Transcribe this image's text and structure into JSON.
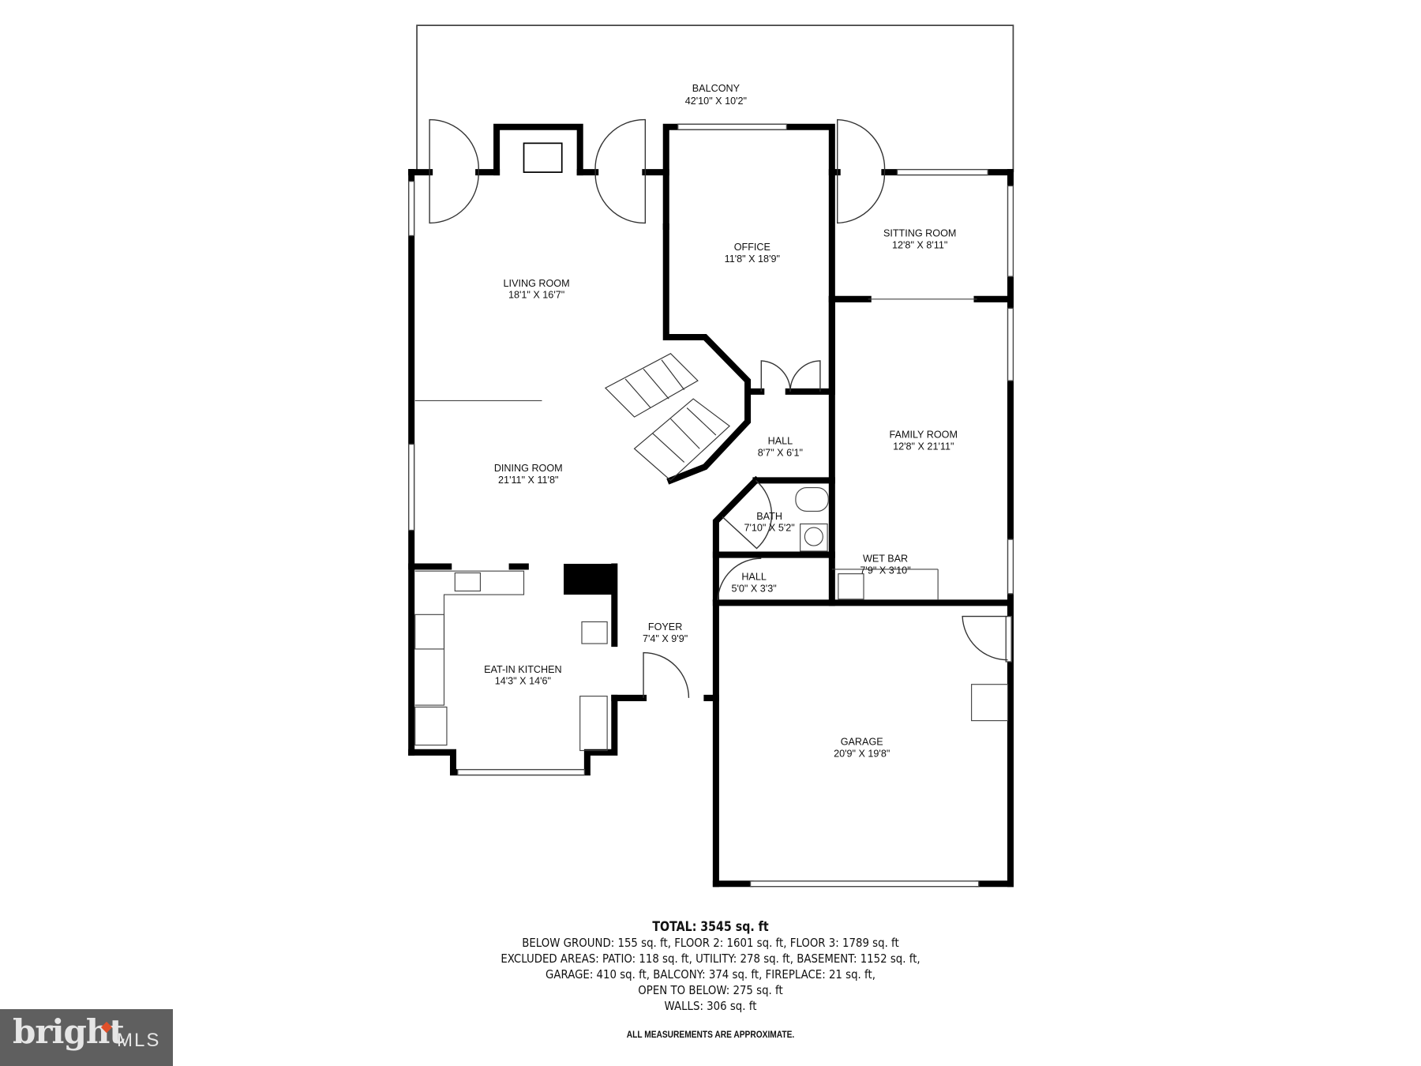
{
  "rooms": [
    {
      "id": "balcony",
      "name": "BALCONY",
      "dims": "42'10\" X 10'2\""
    },
    {
      "id": "living",
      "name": "LIVING ROOM",
      "dims": "18'1\" X 16'7\""
    },
    {
      "id": "office",
      "name": "OFFICE",
      "dims": "11'8\" X 18'9\""
    },
    {
      "id": "sitting",
      "name": "SITTING ROOM",
      "dims": "12'8\" X 8'11\""
    },
    {
      "id": "hall1",
      "name": "HALL",
      "dims": "8'7\" X 6'1\""
    },
    {
      "id": "family",
      "name": "FAMILY ROOM",
      "dims": "12'8\" X 21'11\""
    },
    {
      "id": "dining",
      "name": "DINING ROOM",
      "dims": "21'11\" X 11'8\""
    },
    {
      "id": "bath",
      "name": "BATH",
      "dims": "7'10\" X 5'2\""
    },
    {
      "id": "wetbar",
      "name": "WET BAR",
      "dims": "7'9\" X 3'10\""
    },
    {
      "id": "hall2",
      "name": "HALL",
      "dims": "5'0\" X 3'3\""
    },
    {
      "id": "foyer",
      "name": "FOYER",
      "dims": "7'4\" X 9'9\""
    },
    {
      "id": "kitchen",
      "name": "EAT-IN KITCHEN",
      "dims": "14'3\" X 14'6\""
    },
    {
      "id": "garage",
      "name": "GARAGE",
      "dims": "20'9\" X 19'8\""
    }
  ],
  "summary": {
    "total": "TOTAL: 3545 sq. ft",
    "lines": [
      "BELOW GROUND: 155 sq. ft, FLOOR 2: 1601 sq. ft, FLOOR 3: 1789 sq. ft",
      "EXCLUDED AREAS: PATIO: 118 sq. ft, UTILITY: 278 sq. ft, BASEMENT: 1152 sq. ft,",
      "GARAGE: 410 sq. ft, BALCONY: 374 sq. ft, FIREPLACE: 21 sq. ft,",
      "OPEN TO BELOW: 275 sq. ft",
      "WALLS: 306 sq. ft"
    ],
    "disclaimer": "ALL MEASUREMENTS ARE APPROXIMATE."
  },
  "logo": {
    "text": "bright",
    "suffix": "MLS",
    "accent": "#e0502a",
    "background": "#5f5f5f"
  }
}
